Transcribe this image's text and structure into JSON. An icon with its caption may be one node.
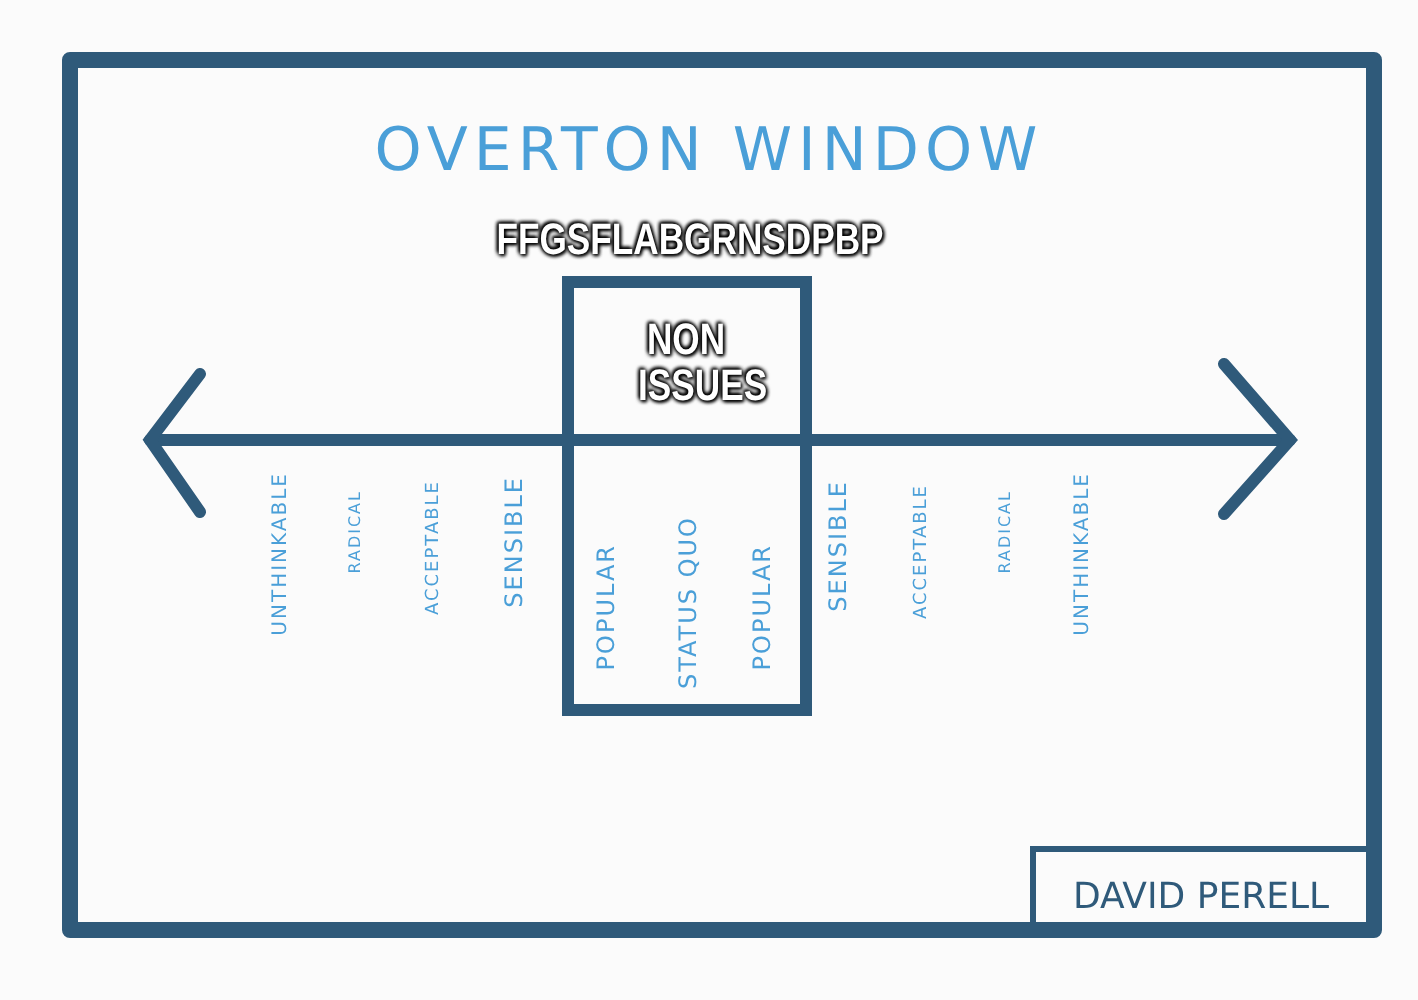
{
  "diagram": {
    "title": "OVERTON WINDOW",
    "nodes": [
      {
        "text": [
          "NON ISSUES",
          "POPULAR",
          "STATUS QUO",
          "POPULAR"
        ]
      },
      {
        "text": [
          "DAVID PERELL"
        ]
      }
    ],
    "labels": [
      "FFGSFLABGRNSDPBP",
      "UNTHINKABLE",
      "RADICAL",
      "ACCEPTABLE",
      "SENSIBLE",
      "SENSIBLE",
      "ACCEPTABLE",
      "RADICAL",
      "UNTHINKABLE"
    ]
  }
}
